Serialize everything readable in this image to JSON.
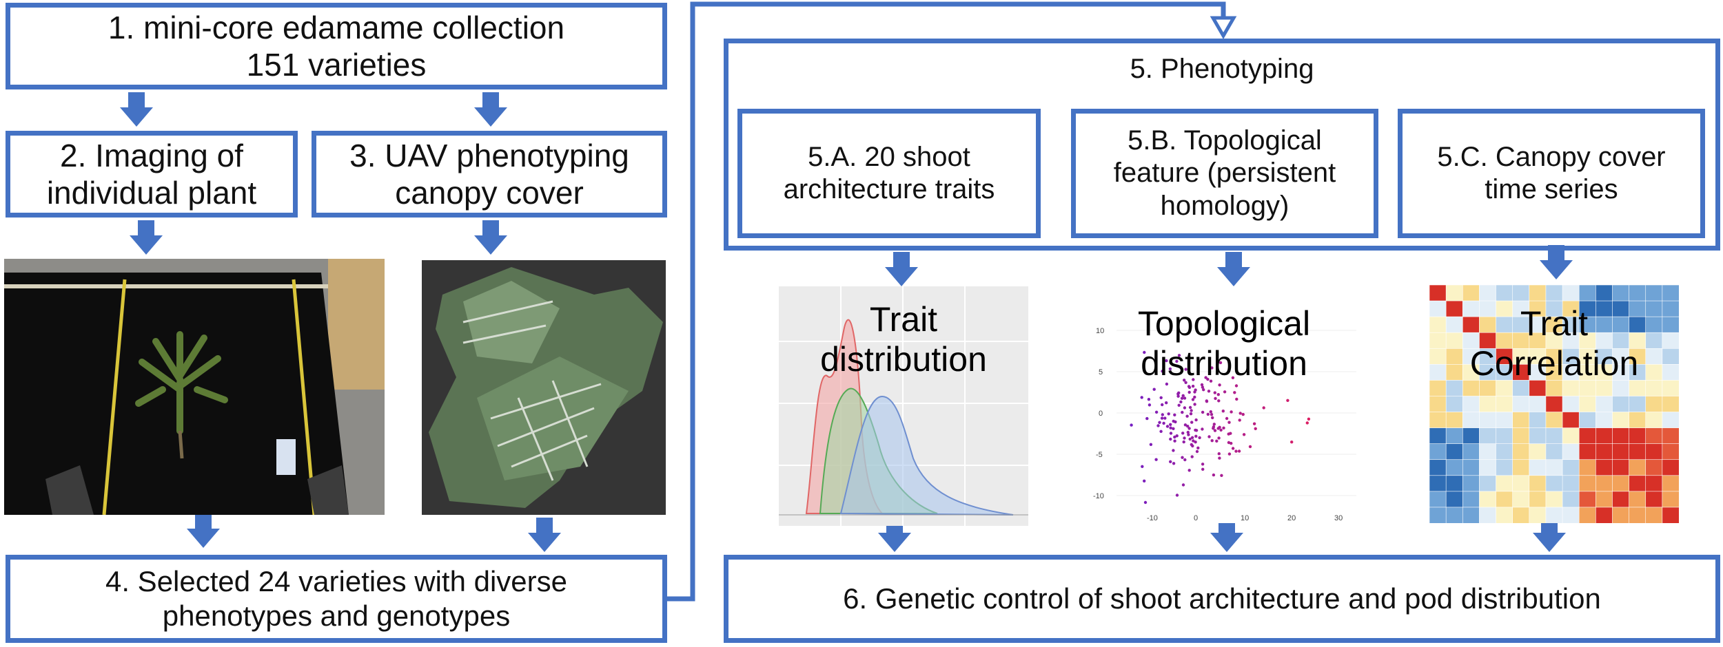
{
  "colors": {
    "accent": "#4472C4",
    "arrow": "#4472C4"
  },
  "steps": {
    "s1": "1. mini-core edamame collection\n151 varieties",
    "s2": "2. Imaging of\nindividual plant",
    "s3": "3. UAV phenotyping\ncanopy cover",
    "s4": "4. Selected 24 varieties with diverse\nphenotypes and genotypes",
    "s5": "5. Phenotyping",
    "s5a": "5.A. 20 shoot\narchitecture traits",
    "s5b": "5.B. Topological\nfeature (persistent\nhomology)",
    "s5c": "5.C. Canopy cover\ntime series",
    "s6": "6. Genetic control of shoot architecture and pod distribution"
  },
  "panels": {
    "trait_distribution": "Trait\ndistribution",
    "topological_distribution": "Topological\ndistribution",
    "trait_correlation": "Trait\nCorrelation",
    "scatter_y_ticks": [
      "10",
      "5",
      "0",
      "-5",
      "-10"
    ],
    "scatter_x_ticks": [
      "-10",
      "0",
      "10",
      "20",
      "30"
    ]
  }
}
